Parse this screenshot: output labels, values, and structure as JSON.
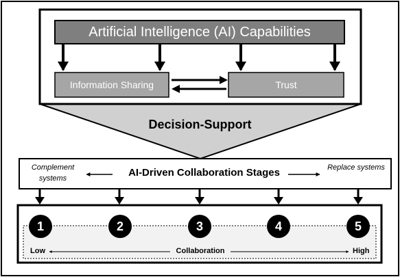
{
  "ai_capabilities": {
    "label": "Artificial Intelligence (AI) Capabilities"
  },
  "information_sharing": {
    "label": "Information Sharing"
  },
  "trust": {
    "label": "Trust"
  },
  "decision_support": {
    "label": "Decision-Support"
  },
  "collaboration_stages": {
    "label": "AI-Driven Collaboration Stages",
    "left_label": "Complement systems",
    "right_label": "Replace systems"
  },
  "stages": [
    "1",
    "2",
    "3",
    "4",
    "5"
  ],
  "collaboration_scale": {
    "low": "Low",
    "label": "Collaboration",
    "high": "High"
  },
  "colors": {
    "ai_box": "#7f7f7f",
    "sub_box": "#a6a6a6",
    "funnel": "#d0d0d0",
    "strip": "#f2f2f2",
    "stage_circle": "#000000"
  }
}
